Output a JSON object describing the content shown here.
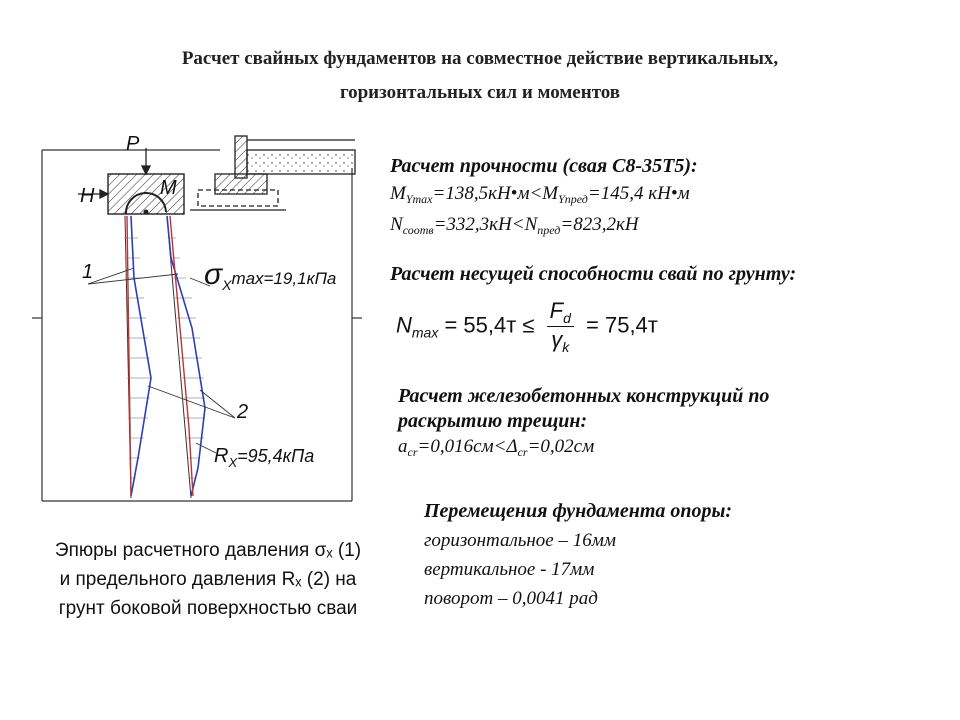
{
  "slide": {
    "title_line1": "Расчет свайных фундаментов на совместное действие вертикальных,",
    "title_line2": "горизонтальных сил и моментов"
  },
  "drawing": {
    "label_P": "P",
    "label_H": "H",
    "label_M": "M",
    "label_1": "1",
    "label_2": "2",
    "sigma_symbol": "σ",
    "sigma_sub": "X",
    "sigma_text": "max=19,1кПа",
    "r_symbol": "R",
    "r_sub": "X",
    "r_text": "=95,4кПа"
  },
  "caption": {
    "line1": "Эпюры расчетного давления σₓ (1)",
    "line2": "и предельного давления Rₓ (2) на",
    "line3": "грунт боковой поверхностью сваи"
  },
  "strength": {
    "heading": "Расчет прочности (свая С8-35Т5):",
    "m_sym": "M",
    "m_sub": "Ymax",
    "m_mid": "=138,5кН•м<M",
    "m_sub2": "Yпред",
    "m_end": "=145,4 кН•м",
    "n_sym": "N",
    "n_sub": "соотв",
    "n_mid": "=332,3кН<N",
    "n_sub2": "пред",
    "n_end": "=823,2кН"
  },
  "bearing": {
    "heading": "Расчет несущей способности свай по грунту:",
    "n_sym": "N",
    "n_sub": "max",
    "lhs_value": "= 55,4т ≤",
    "num_sym": "F",
    "num_sub": "d",
    "den_sym": "γ",
    "den_sub": "k",
    "rhs_value": "= 75,4т"
  },
  "cracks": {
    "heading_line1": "Расчет железобетонных конструкций по",
    "heading_line2": "раскрытию трещин:",
    "a_sym": "a",
    "a_sub": "cr",
    "a_mid": "=0,016см<Δ",
    "a_sub2": "cr",
    "a_end": "=0,02см"
  },
  "movements": {
    "heading": "Перемещения фундамента опоры:",
    "horizontal": "горизонтальное – 16мм",
    "vertical": "вертикальное  - 17мм",
    "rotation": "поворот – 0,0041 рад"
  }
}
